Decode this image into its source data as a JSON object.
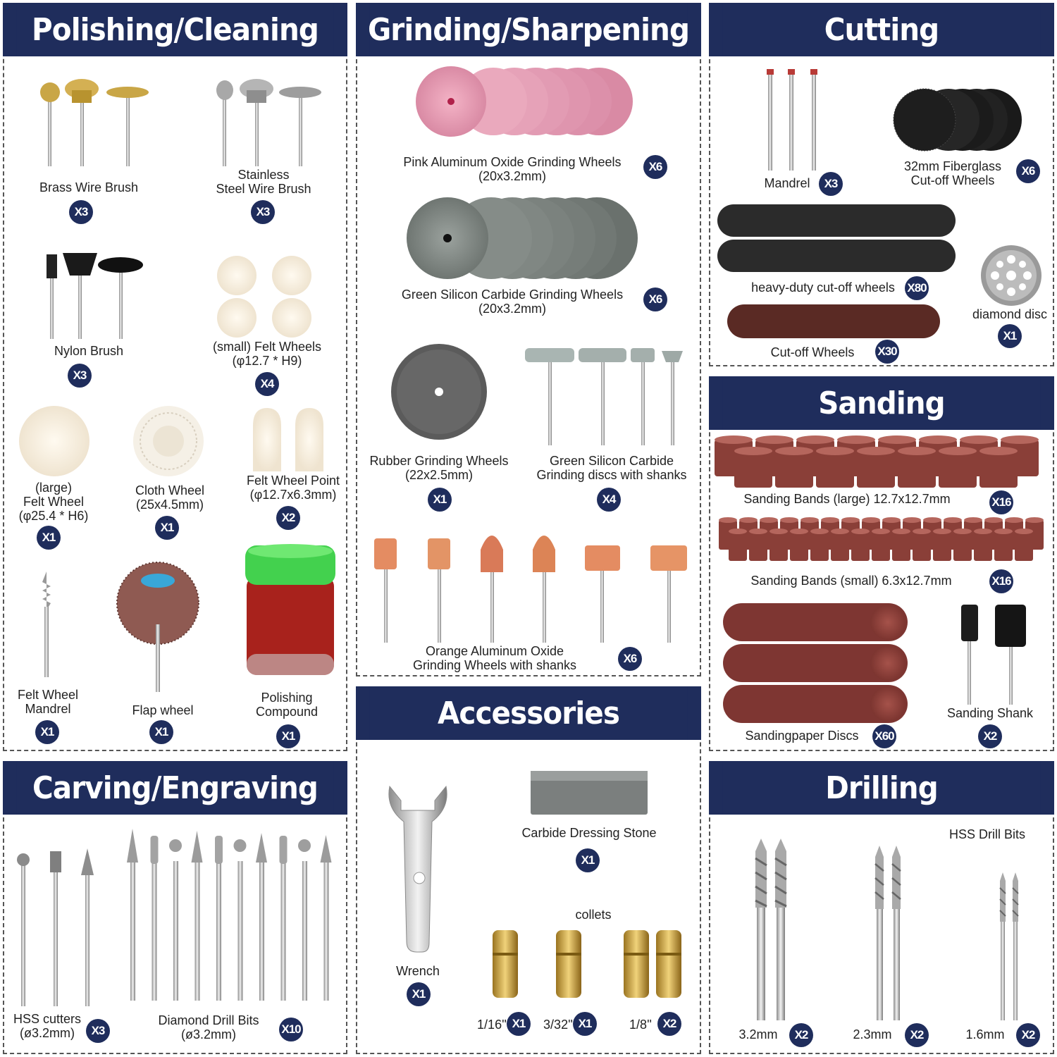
{
  "colors": {
    "header": "#1f2d5c",
    "badge": "#1f2d5c",
    "border": "#555555"
  },
  "polishing": {
    "title": "Polishing/Cleaning",
    "brass": {
      "label": "Brass Wire Brush",
      "qty": "X3"
    },
    "steel": {
      "label": "Stainless\nSteel Wire Brush",
      "qty": "X3"
    },
    "nylon": {
      "label": "Nylon Brush",
      "qty": "X3"
    },
    "felt_small": {
      "label": "(small) Felt Wheels\n(φ12.7 * H9)",
      "qty": "X4"
    },
    "felt_large": {
      "label": "(large)\nFelt Wheel\n(φ25.4 * H6)",
      "qty": "X1"
    },
    "cloth": {
      "label": "Cloth Wheel\n(25x4.5mm)",
      "qty": "X1"
    },
    "felt_point": {
      "label": "Felt Wheel Point\n(φ12.7x6.3mm)",
      "qty": "X2"
    },
    "felt_mandrel": {
      "label": "Felt Wheel\nMandrel",
      "qty": "X1"
    },
    "flap": {
      "label": "Flap wheel",
      "qty": "X1"
    },
    "compound": {
      "label": "Polishing\nCompound",
      "qty": "X1"
    }
  },
  "grinding": {
    "title": "Grinding/Sharpening",
    "pink": {
      "label": "Pink Aluminum Oxide Grinding Wheels\n(20x3.2mm)",
      "qty": "X6"
    },
    "green": {
      "label": "Green Silicon Carbide Grinding Wheels\n(20x3.2mm)",
      "qty": "X6"
    },
    "rubber": {
      "label": "Rubber Grinding Wheels\n(22x2.5mm)",
      "qty": "X1"
    },
    "green_shank": {
      "label": "Green Silicon Carbide\nGrinding discs with shanks",
      "qty": "X4"
    },
    "orange": {
      "label": "Orange Aluminum Oxide\nGrinding Wheels with shanks",
      "qty": "X6"
    }
  },
  "cutting": {
    "title": "Cutting",
    "mandrel": {
      "label": "Mandrel",
      "qty": "X3"
    },
    "fiberglass": {
      "label": "32mm Fiberglass\nCut-off Wheels",
      "qty": "X6"
    },
    "heavy": {
      "label": "heavy-duty cut-off wheels",
      "qty": "X80"
    },
    "cutoff": {
      "label": "Cut-off Wheels",
      "qty": "X30"
    },
    "diamond": {
      "label": "diamond disc",
      "qty": "X1"
    }
  },
  "sanding": {
    "title": "Sanding",
    "large": {
      "label": "Sanding Bands (large) 12.7x12.7mm",
      "qty": "X16"
    },
    "small": {
      "label": "Sanding Bands (small) 6.3x12.7mm",
      "qty": "X16"
    },
    "discs": {
      "label": "Sandingpaper Discs",
      "qty": "X60"
    },
    "shank": {
      "label": "Sanding Shank",
      "qty": "X2"
    }
  },
  "carving": {
    "title": "Carving/Engraving",
    "hss": {
      "label": "HSS cutters\n(ø3.2mm)",
      "qty": "X3"
    },
    "diamond": {
      "label": "Diamond Drill Bits\n(ø3.2mm)",
      "qty": "X10"
    }
  },
  "accessories": {
    "title": "Accessories",
    "wrench": {
      "label": "Wrench",
      "qty": "X1"
    },
    "stone": {
      "label": "Carbide Dressing Stone",
      "qty": "X1"
    },
    "collets": {
      "label": "collets"
    },
    "c1": {
      "label": "1/16''",
      "qty": "X1"
    },
    "c2": {
      "label": "3/32''",
      "qty": "X1"
    },
    "c3": {
      "label": "1/8''",
      "qty": "X2"
    }
  },
  "drilling": {
    "title": "Drilling",
    "hss": {
      "label": "HSS Drill Bits"
    },
    "d1": {
      "label": "3.2mm",
      "qty": "X2"
    },
    "d2": {
      "label": "2.3mm",
      "qty": "X2"
    },
    "d3": {
      "label": "1.6mm",
      "qty": "X2"
    }
  }
}
